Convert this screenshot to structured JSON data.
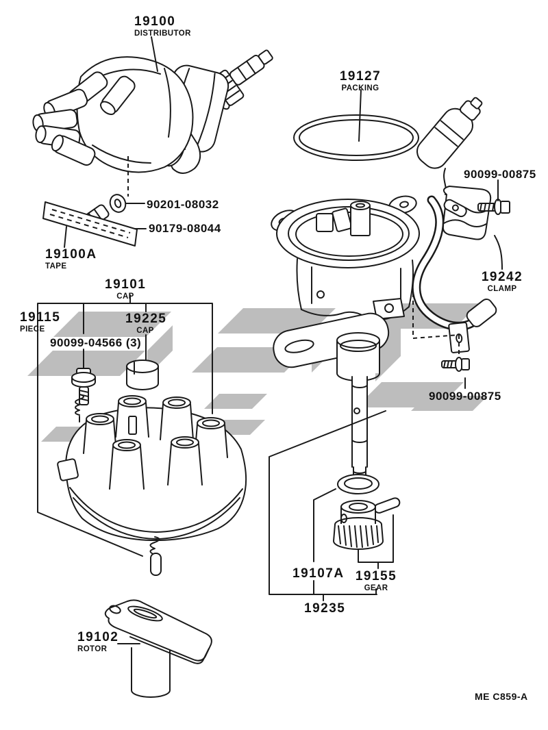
{
  "document": {
    "type": "parts-diagram",
    "drawing_code": "ME C859-A",
    "line_color": "#1a1a1a",
    "watermark_color": "#bdbdbd",
    "background": "#ffffff"
  },
  "parts": {
    "distributor": {
      "number": "19100",
      "name": "DISTRIBUTOR"
    },
    "packing": {
      "number": "19127",
      "name": "PACKING"
    },
    "bolt_top": {
      "number": "90099-00875"
    },
    "grommet": {
      "number": "90201-08032"
    },
    "bolt_08044": {
      "number": "90179-08044"
    },
    "tape": {
      "number": "19100A",
      "name": "TAPE"
    },
    "cap_assy": {
      "number": "19101",
      "name": "CAP"
    },
    "piece": {
      "number": "19115",
      "name": "PIECE"
    },
    "cap_sub": {
      "number": "19225",
      "name": "CAP"
    },
    "bolt_04566": {
      "number": "90099-04566 (3)"
    },
    "clamp": {
      "number": "19242",
      "name": "CLAMP"
    },
    "bolt_lower": {
      "number": "90099-00875"
    },
    "oring": {
      "number": "19107A"
    },
    "gear": {
      "number": "19155",
      "name": "GEAR"
    },
    "housing": {
      "number": "19235"
    },
    "rotor": {
      "number": "19102",
      "name": "ROTOR"
    }
  }
}
